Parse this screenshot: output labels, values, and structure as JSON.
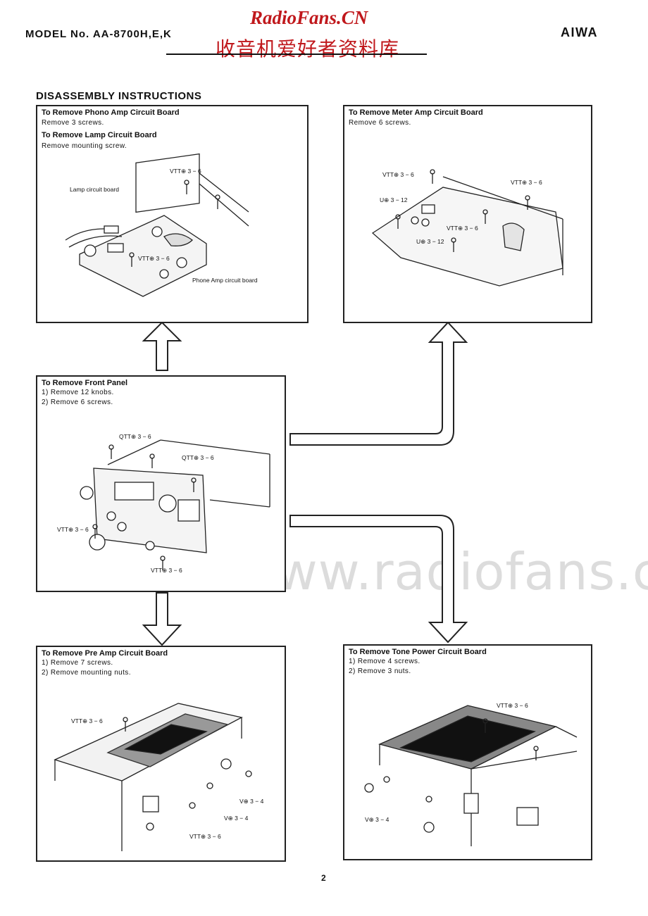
{
  "header": {
    "model": "MODEL  No. AA-8700H,E,K",
    "brand": "AIWA",
    "watermark_site": "RadioFans.CN",
    "watermark_cn": "收音机爱好者资料库"
  },
  "section_title": "DISASSEMBLY  INSTRUCTIONS",
  "panels": {
    "phono": {
      "title1": "To Remove Phono Amp Circuit Board",
      "step1": "Remove 3 screws.",
      "title2": "To Remove Lamp Circuit Board",
      "step2": "Remove mounting screw.",
      "labels": [
        "VTT⊕ 3 − 6",
        "Lamp circuit board",
        "VTT⊕ 3 − 6",
        "Phone Amp circuit board"
      ]
    },
    "meter": {
      "title": "To Remove Meter Amp Circuit Board",
      "step1": "Remove 6 screws.",
      "labels": [
        "VTT⊕ 3 − 6",
        "VTT⊕ 3 − 6",
        "U⊕ 3 − 12",
        "VTT⊕ 3 − 6",
        "U⊕ 3 − 12"
      ]
    },
    "front": {
      "title": "To Remove Front Panel",
      "step1": "1)  Remove 12 knobs.",
      "step2": "2)  Remove 6 screws.",
      "labels": [
        "QTT⊕ 3 − 6",
        "QTT⊕ 3 − 6",
        "VTT⊕ 3 − 6",
        "VTT⊕ 3 − 6"
      ]
    },
    "preamp": {
      "title": "To Remove Pre Amp Circuit Board",
      "step1": "1)  Remove 7 screws.",
      "step2": "2)  Remove mounting nuts.",
      "labels": [
        "VTT⊕ 3 − 6",
        "V⊕ 3 − 4",
        "V⊕ 3 − 4",
        "VTT⊕ 3 − 6"
      ]
    },
    "tone": {
      "title": "To Remove Tone Power Circuit Board",
      "step1": "1)  Remove 4 screws.",
      "step2": "2)  Remove 3 nuts.",
      "labels": [
        "VTT⊕ 3 − 6",
        "V⊕ 3 − 4"
      ]
    }
  },
  "watermark_bottom": "www.radiofans.c",
  "page_number": "2"
}
